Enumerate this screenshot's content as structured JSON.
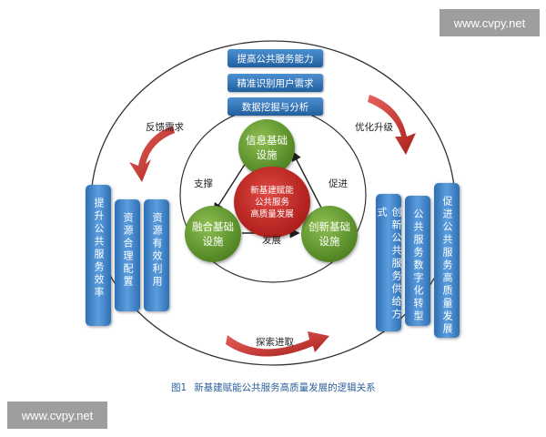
{
  "watermark": {
    "text": "www.cvpy.net"
  },
  "top_boxes": [
    "提高公共服务能力",
    "精准识别用户需求",
    "数据挖掘与分析"
  ],
  "left_columns": [
    "提升公共服务效率",
    "资源合理配置",
    "资源有效利用"
  ],
  "right_columns": [
    "创新公共服务供给方式",
    "公共服务数字化转型",
    "促进公共服务高质量发展"
  ],
  "nodes": {
    "info": [
      "信息基础",
      "设施"
    ],
    "fusion": [
      "融合基础",
      "设施"
    ],
    "innovation": [
      "创新基础",
      "设施"
    ]
  },
  "core": [
    "新基建赋能",
    "公共服务",
    "高质量发展"
  ],
  "relations": {
    "support": "支撑",
    "promote": "促进",
    "develop": "发展"
  },
  "cycle_labels": {
    "feedback": "反馈需求",
    "upgrade": "优化升级",
    "explore": "探索进取"
  },
  "caption": {
    "figure": "图1",
    "title": "新基建赋能公共服务高质量发展的逻辑关系"
  },
  "colors": {
    "blue_box": "#2f6fb2",
    "green_node": "#5a8f2b",
    "red_core": "#b3221f",
    "red_arrow": "#c9302c"
  }
}
